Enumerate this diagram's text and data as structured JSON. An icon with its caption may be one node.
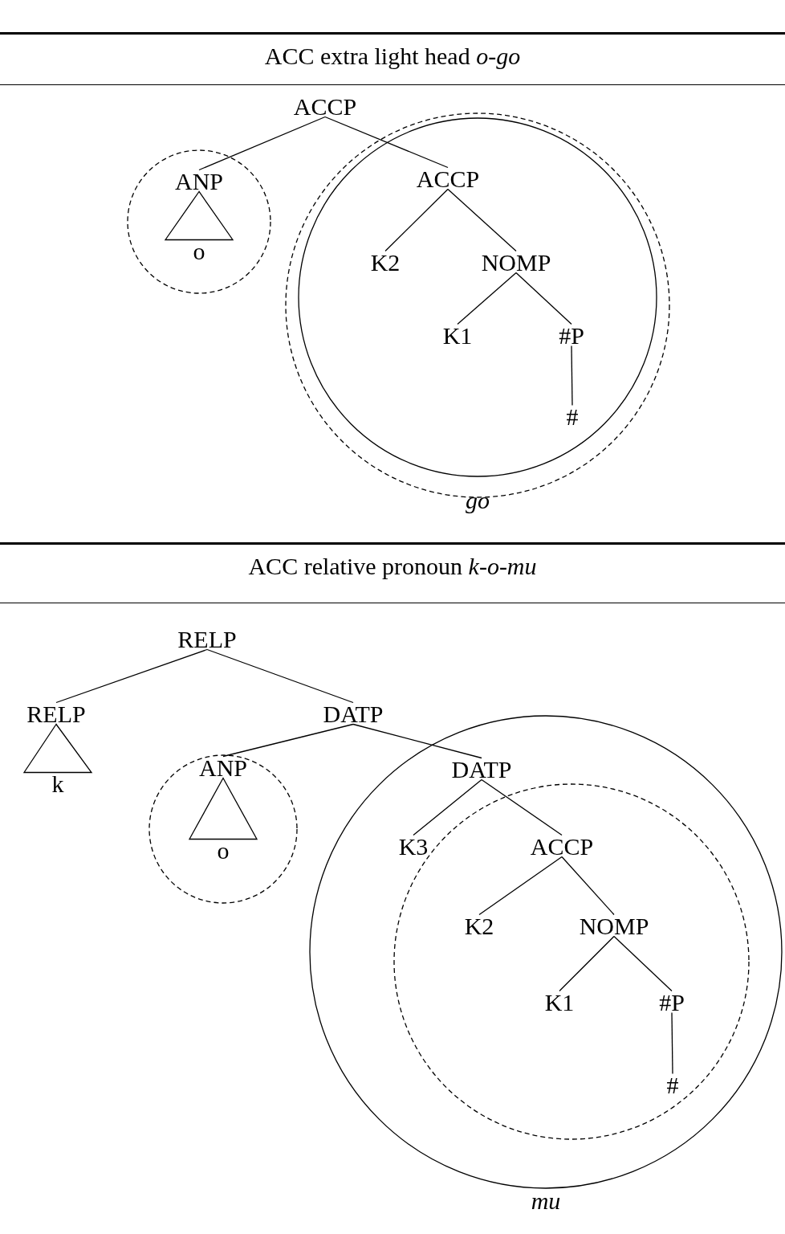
{
  "diagram": {
    "nodes": [
      {
        "text": [
          "ACCP"
        ]
      },
      {
        "text": [],
        "shape": "circle"
      },
      {
        "text": [
          "ANP"
        ],
        "in": 1
      },
      {
        "text": [
          "o"
        ],
        "in": 1
      },
      {
        "text": [],
        "shape": "circle"
      },
      {
        "text": [
          "*go*"
        ],
        "in": 4
      },
      {
        "text": [
          "ACCP"
        ],
        "in": 5
      },
      {
        "text": [
          "K2"
        ],
        "in": 5
      },
      {
        "text": [
          "NOMP"
        ],
        "in": 5
      },
      {
        "text": [
          "K1"
        ],
        "in": 5
      },
      {
        "text": [
          "#P"
        ],
        "in": 5
      },
      {
        "text": [
          "#"
        ],
        "in": 5
      },
      {
        "text": [
          "RELP"
        ]
      },
      {
        "text": [
          "RELP"
        ]
      },
      {
        "text": [
          "k"
        ]
      },
      {
        "text": [
          "DATP"
        ]
      },
      {
        "text": [],
        "shape": "circle"
      },
      {
        "text": [
          "ANP"
        ],
        "in": 16
      },
      {
        "text": [
          "o"
        ],
        "in": 16
      },
      {
        "text": [
          "*mu*"
        ]
      },
      {
        "text": [
          "DATP"
        ],
        "in": 19
      },
      {
        "text": [
          "K3"
        ],
        "in": 19
      },
      {
        "text": [],
        "shape": "circle",
        "in": 19
      },
      {
        "text": [
          "ACCP"
        ],
        "in": 22
      },
      {
        "text": [
          "K2"
        ],
        "in": 22
      },
      {
        "text": [
          "NOMP"
        ],
        "in": 22
      },
      {
        "text": [
          "K1"
        ],
        "in": 22
      },
      {
        "text": [
          "#P"
        ],
        "in": 22
      },
      {
        "text": [
          "#"
        ],
        "in": 22
      }
    ],
    "edges": [
      {
        "from": 0,
        "to": 2,
        "arrow": "none"
      },
      {
        "from": 0,
        "to": 6,
        "arrow": "none"
      },
      {
        "from": 2,
        "to": 3,
        "arrow": "none"
      },
      {
        "from": 6,
        "to": 7,
        "arrow": "none"
      },
      {
        "from": 6,
        "to": 8,
        "arrow": "none"
      },
      {
        "from": 8,
        "to": 9,
        "arrow": "none"
      },
      {
        "from": 8,
        "to": 10,
        "arrow": "none"
      },
      {
        "from": 10,
        "to": 11,
        "arrow": "none"
      },
      {
        "from": 12,
        "to": 13,
        "arrow": "none"
      },
      {
        "from": 12,
        "to": 15,
        "arrow": "none"
      },
      {
        "from": 13,
        "to": 14,
        "arrow": "none"
      },
      {
        "from": 15,
        "to": 17,
        "arrow": "none"
      },
      {
        "from": 15,
        "to": 20,
        "arrow": "none"
      },
      {
        "from": 17,
        "to": 18,
        "arrow": "none"
      },
      {
        "from": 20,
        "to": 21,
        "arrow": "none"
      },
      {
        "from": 20,
        "to": 23,
        "arrow": "none"
      },
      {
        "from": 23,
        "to": 24,
        "arrow": "none"
      },
      {
        "from": 23,
        "to": 25,
        "arrow": "none"
      },
      {
        "from": 25,
        "to": 26,
        "arrow": "none"
      },
      {
        "from": 25,
        "to": 27,
        "arrow": "none"
      },
      {
        "from": 27,
        "to": 28,
        "arrow": "none"
      }
    ],
    "labels": [
      "ACC extra light head *o-go*",
      "ACC relative pronoun *k-o-mu*"
    ]
  }
}
